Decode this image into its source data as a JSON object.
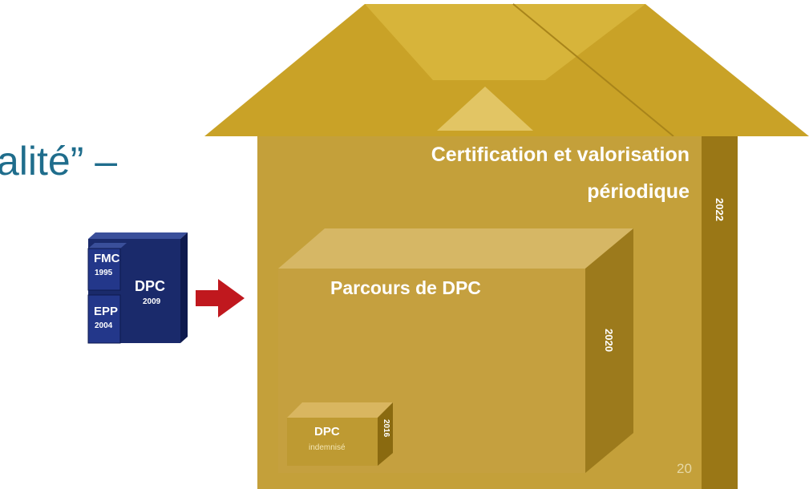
{
  "title_fragment": "alité” –",
  "left_cube": {
    "fmc_label": "FMC",
    "fmc_year": "1995",
    "epp_label": "EPP",
    "epp_year": "2004",
    "dpc_label": "DPC",
    "dpc_year": "2009"
  },
  "house": {
    "title_line1": "Certification et valorisation",
    "title_line2": "périodique",
    "year": "2022",
    "inner_box": {
      "title": "Parcours de DPC",
      "year": "2020"
    },
    "mini_box": {
      "title": "DPC",
      "subtitle": "indemnisé",
      "year": "2016"
    }
  },
  "page_number": "20",
  "colors": {
    "title_blue": "#1f6d8c",
    "cube_blue": "#1a2a6b",
    "arrow_red": "#c0181e",
    "gold": "#c9a227",
    "gold_dark": "#8a6a10"
  }
}
